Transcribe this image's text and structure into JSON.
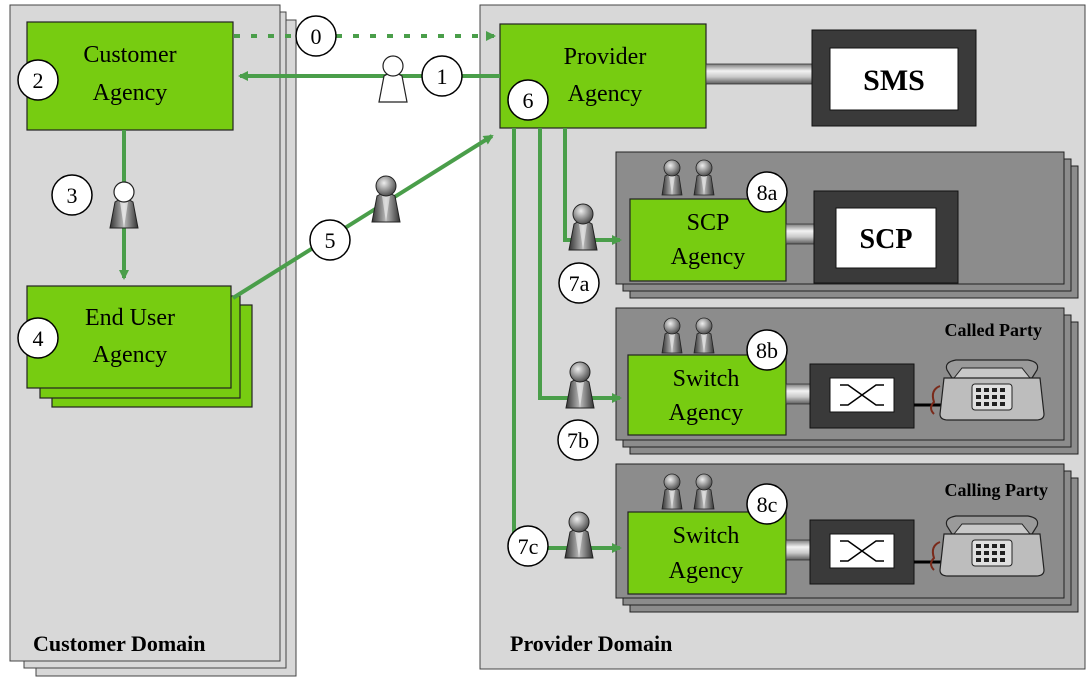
{
  "domains": {
    "customer": "Customer Domain",
    "provider": "Provider Domain"
  },
  "agencies": {
    "customer": [
      "Customer",
      "Agency"
    ],
    "provider": [
      "Provider",
      "Agency"
    ],
    "end_user": [
      "End User",
      "Agency"
    ],
    "scp": [
      "SCP",
      "Agency"
    ],
    "switch_called": [
      "Switch",
      "Agency"
    ],
    "switch_calling": [
      "Switch",
      "Agency"
    ]
  },
  "systems": {
    "sms": "SMS",
    "scp": "SCP"
  },
  "party_labels": {
    "called": "Called Party",
    "calling": "Calling Party"
  },
  "steps": {
    "s0": "0",
    "s1": "1",
    "s2": "2",
    "s3": "3",
    "s4": "4",
    "s5": "5",
    "s6": "6",
    "s7a": "7a",
    "s7b": "7b",
    "s7c": "7c",
    "s8a": "8a",
    "s8b": "8b",
    "s8c": "8c"
  },
  "colors": {
    "agency_green": "#77cc11",
    "arrow_green": "#4a9e4a",
    "domain_grey": "#d8d8d8",
    "group_grey": "#8c8c8c",
    "system_dark": "#3a3a3a"
  }
}
